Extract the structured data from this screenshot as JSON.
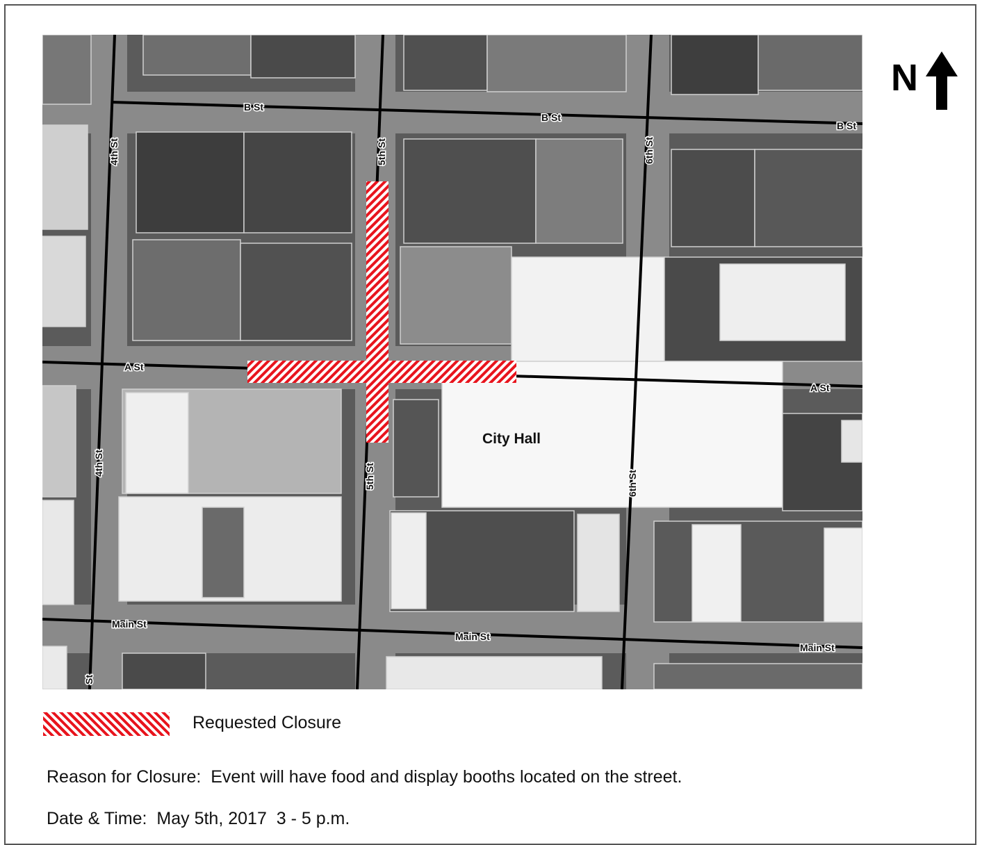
{
  "map": {
    "landmark_label": "City Hall",
    "north_label": "N",
    "street_labels": {
      "b_st_west": "B St",
      "b_st_mid": "B St",
      "b_st_east": "B St",
      "a_st_west": "A St",
      "a_st_east": "A St",
      "main_st_west": "Main St",
      "main_st_mid": "Main St",
      "main_st_east": "Main St",
      "fourth_st_north": "4th St",
      "fourth_st_south": "4th St",
      "fourth_st_bottom": "St",
      "fifth_st_north": "5th St",
      "fifth_st_south": "5th St",
      "sixth_st_north": "6th St",
      "sixth_st_south": "6th St"
    },
    "colors": {
      "closure_red": "#e8141d",
      "road_line": "#000000",
      "aerial_base": "#5a5a5a"
    }
  },
  "legend": {
    "closure_label": "Requested Closure"
  },
  "info": {
    "reason_label": "Reason for Closure:",
    "reason_text": "Event will have food and display booths located on the street.",
    "date_label": "Date & Time:",
    "date_text": "May 5th, 2017  3 - 5 p.m."
  }
}
